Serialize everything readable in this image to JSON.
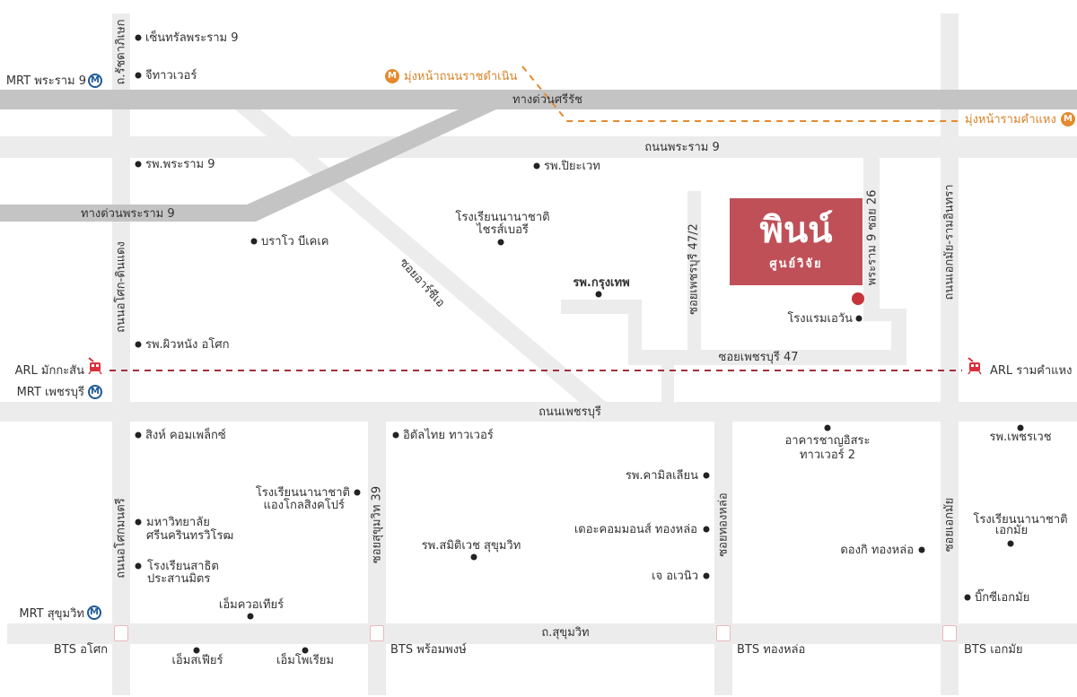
{
  "logo": {
    "name": "พินน์",
    "subtitle": "ศูนย์วิจัย",
    "color": "#bf5058"
  },
  "roads": {
    "sirat_expressway": "ทางด่วนศรีรัช",
    "rama9_expressway": "ทางด่วนพระราม 9",
    "rama9_road": "ถนนพระราม 9",
    "ratchada": "ถ.รัชดาภิเษก",
    "asok_dindaeng": "ถนนอโศก-ดินแดง",
    "soi_rca": "ซอยอาร์ซีเอ",
    "soi_phetchaburi_47_2": "ซอยเพชรบุรี 47/2",
    "rama9_soi26": "พระราม 9 ซอย 26",
    "ekkamai_ramintra": "ถนนเอกมัย-รามอินทรา",
    "soi_phetchaburi_47": "ซอยเพชรบุรี 47",
    "phetchaburi_road": "ถนนเพชรบุรี",
    "asok_montri": "ถนนอโศกมนตรี",
    "sukhumvit_39": "ซอยสุขุมวิท 39",
    "thonglor": "ซอยทองหล่อ",
    "ekkamai": "ซอยเอกมัย",
    "sukhumvit": "ถ.สุขุมวิท"
  },
  "stations": {
    "mrt_rama9": "MRT พระราม 9",
    "orange_dir_ratchadamnoen": "มุ่งหน้าถนนราชดำเนิน",
    "orange_dir_ramkhamhaeng": "มุ่งหน้ารามคำแหง",
    "arl_makkasan": "ARL มักกะสัน",
    "mrt_phetchaburi": "MRT เพชรบุรี",
    "arl_ramkhamhaeng": "ARL รามคำแหง",
    "mrt_sukhumvit": "MRT สุขุมวิท",
    "bts_asok": "BTS อโศก",
    "bts_phrom_phong": "BTS พร้อมพงษ์",
    "bts_thonglor": "BTS ทองหล่อ",
    "bts_ekkamai": "BTS เอกมัย"
  },
  "landmarks": {
    "central_rama9": "เซ็นทรัลพระราม 9",
    "g_tower": "จีทาวเวอร์",
    "rama9_hospital": "รพ.พระราม 9",
    "piyavate_hospital": "รพ.ปิยะเวท",
    "shrewsbury_1": "โรงเรียนนานาชาติ",
    "shrewsbury_2": "ไชรส์เบอรี",
    "bravo_bkk": "บราโว บีเคเค",
    "bangkok_hospital": "รพ.กรุงเทพ",
    "a_one_hotel": "โรงแรมเอวัน",
    "skin_hospital_asok": "รพ.ผิวหนัง อโศก",
    "singha_complex": "สิงห์ คอมเพล็กซ์",
    "italthai_tower": "อิตัลไทย ทาวเวอร์",
    "chan_issara_1": "อาคารชาญอิสระ",
    "chan_issara_2": "ทาวเวอร์ 2",
    "phyathai_hospital": "รพ.เพชรเวช",
    "anglo_singapore_1": "โรงเรียนนานาชาติ",
    "anglo_singapore_2": "แองโกลสิงคโปร์",
    "camillian_hospital": "รพ.คามิลเลียน",
    "swu_1": "มหาวิทยาลัย",
    "swu_2": "ศรีนครินทรวิโรฒ",
    "commons_thonglor": "เดอะคอมมอนส์ ทองหล่อ",
    "samitivej_hospital": "รพ.สมิติเวช สุขุมวิท",
    "donki_thonglor": "ดองกิ ทองหล่อ",
    "ekamai_intl_1": "โรงเรียนนานาชาติ",
    "ekamai_intl_2": "เอกมัย",
    "prasarnmit_1": "โรงเรียนสาธิต",
    "prasarnmit_2": "ประสานมิตร",
    "j_avenue": "เจ อเวนิว",
    "em_quartier": "เอ็มควอเทียร์",
    "big_c_ekkamai": "บิ๊กซีเอกมัย",
    "emsphere": "เอ็มสเฟียร์",
    "emporium": "เอ็มโพเรียม"
  },
  "colors": {
    "road": "#ececec",
    "expressway": "#c4c4c4",
    "arl": "#a3303c",
    "orange_line": "#e58a2c",
    "mrt_blue": "#1d5a96",
    "location": "#c6333b"
  },
  "icons": {
    "mrt": "M"
  }
}
